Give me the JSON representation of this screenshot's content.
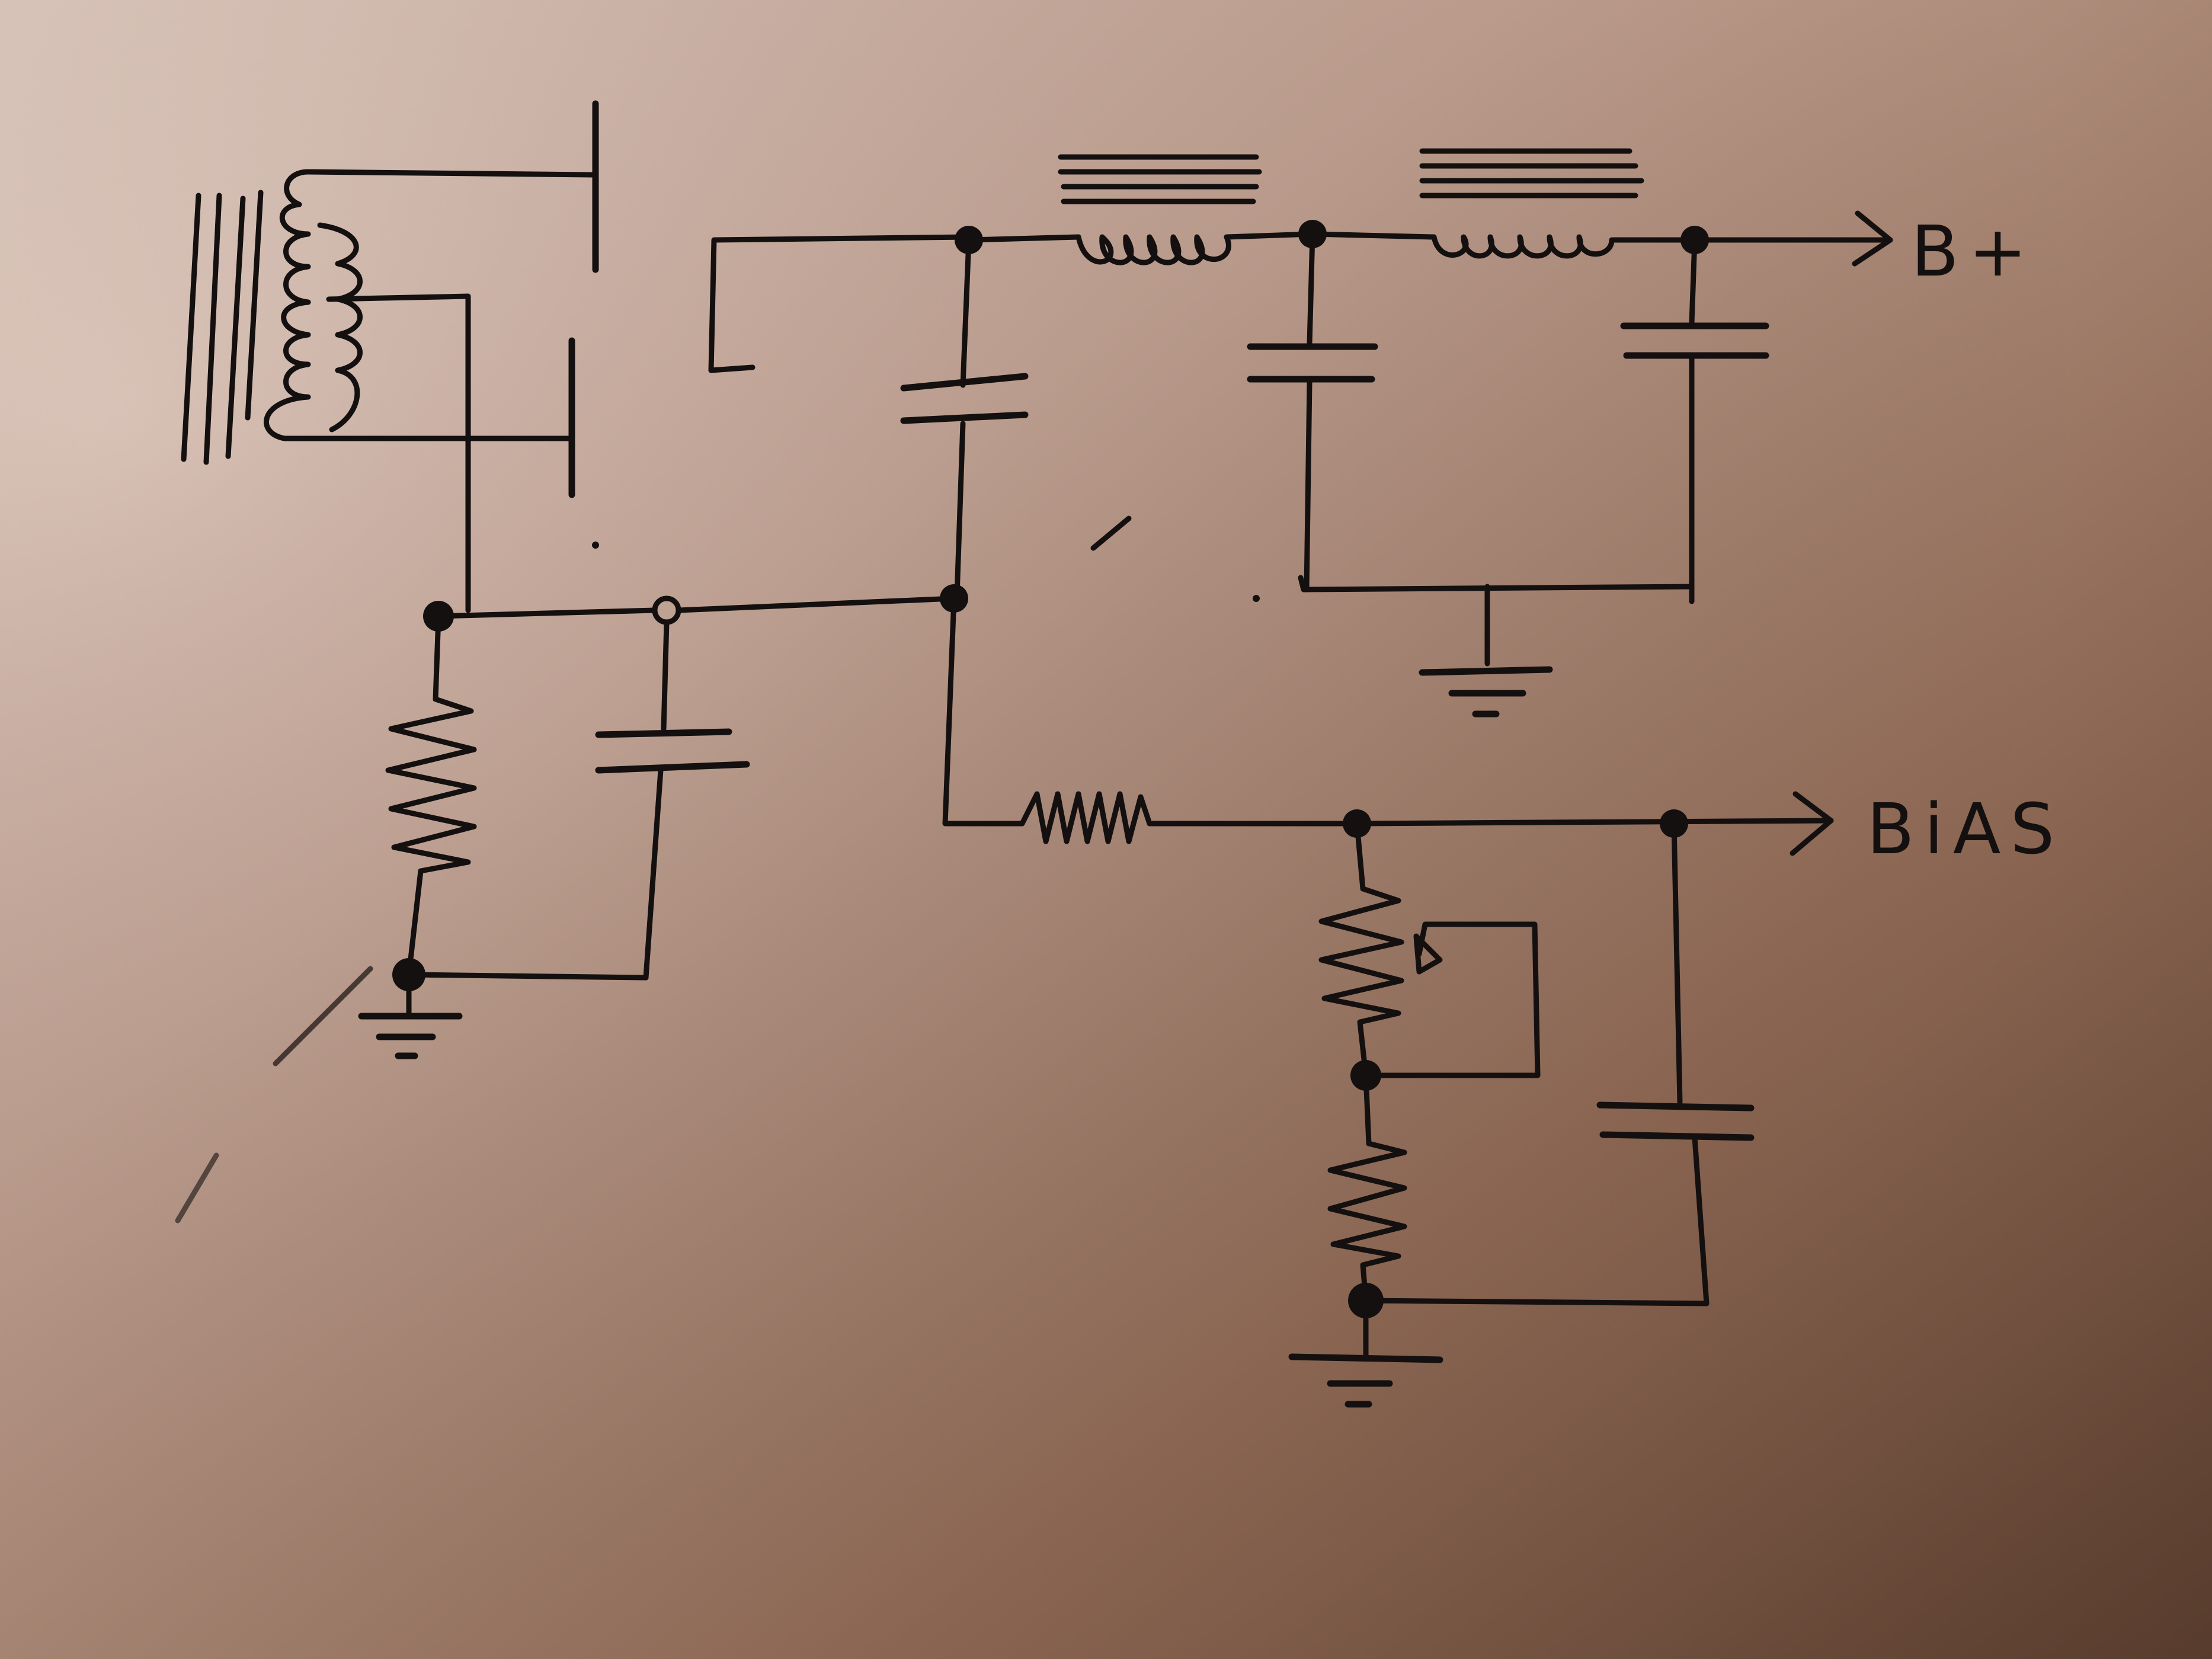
{
  "diagram": {
    "kind": "hand-drawn schematic",
    "outputs": [
      {
        "label": "B+"
      },
      {
        "label": "BiAS"
      }
    ]
  },
  "colors": {
    "paper_light": "#d9c0b4",
    "paper_mid": "#a88371",
    "paper_dark": "#5c3f2f",
    "ink": "#141010"
  }
}
